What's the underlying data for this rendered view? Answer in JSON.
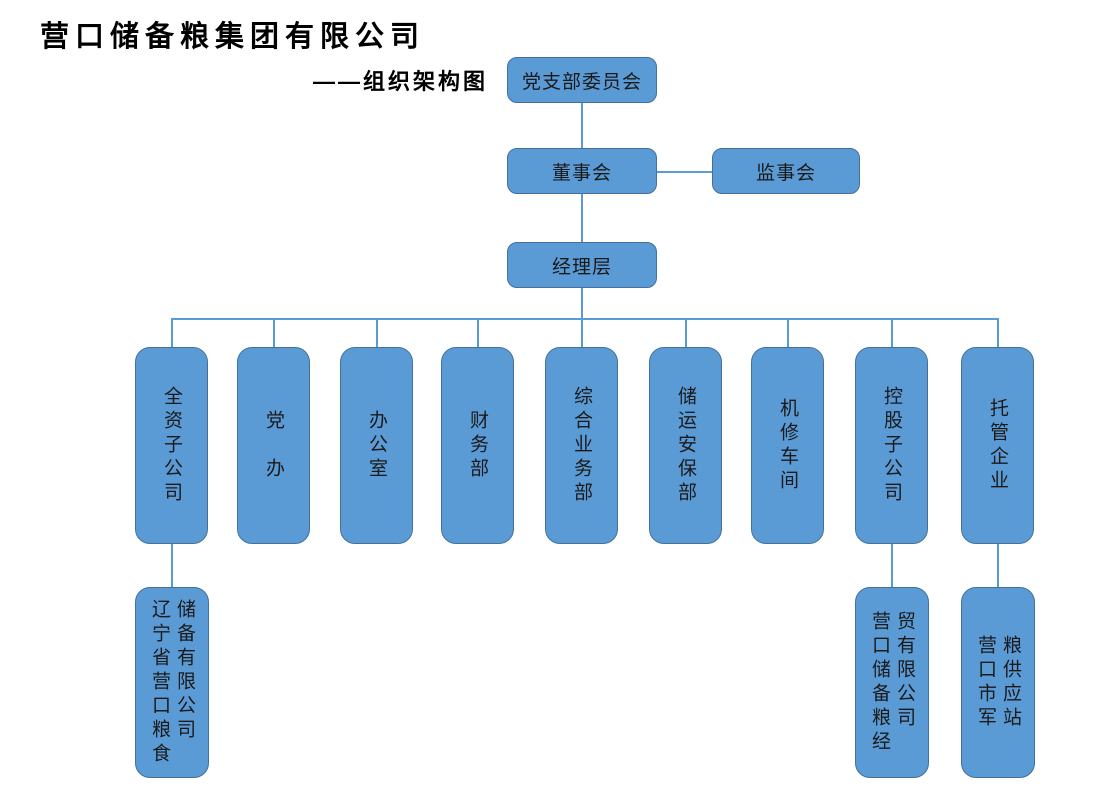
{
  "page": {
    "title": "营口储备粮集团有限公司",
    "subtitle": "——组织架构图"
  },
  "nodes": {
    "party_committee": "党支部委员会",
    "board": "董事会",
    "supervisory": "监事会",
    "management": "经理层"
  },
  "departments": [
    "全资子公司",
    "党　办",
    "办公室",
    "财务部",
    "综合业务部",
    "储运安保部",
    "机修车间",
    "控股子公司",
    "托管企业"
  ],
  "subsidiaries": [
    "辽宁省营口粮食\n储备有限公司",
    "营口储备粮经\n贸有限公司",
    "营口市军\n粮供应站"
  ],
  "colors": {
    "box_fill": "#5b9bd5",
    "box_border": "#41719c",
    "connector": "#5b9bd5",
    "text": "#1a1a1a"
  }
}
